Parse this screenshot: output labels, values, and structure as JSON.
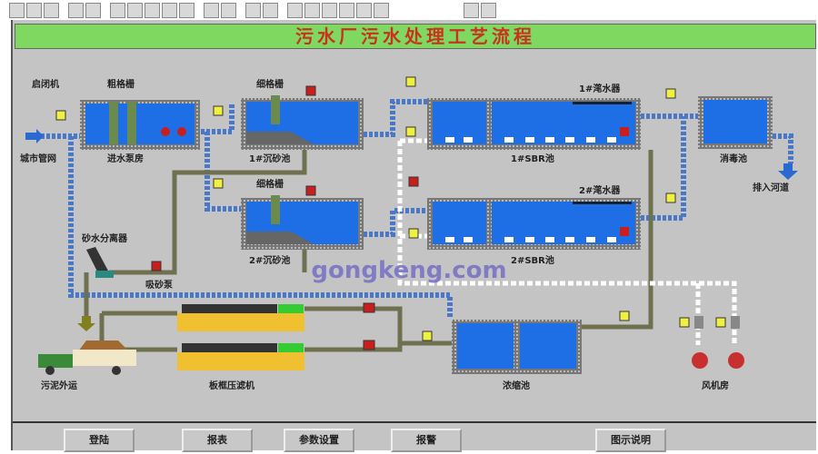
{
  "toolbar": {
    "icons": [
      "open-icon",
      "save-icon",
      "disk-icon",
      "print-icon",
      "preview-icon",
      "cut-icon",
      "copy-icon",
      "paste-icon",
      "undo-icon",
      "redo-icon",
      "tools-icon",
      "window-icon",
      "align-icon",
      "align2-icon",
      "align3-icon",
      "align4-icon",
      "align5-icon",
      "align6-icon",
      "config-icon",
      "check-icon",
      "export-icon",
      "help-icon"
    ]
  },
  "title": "污水厂污水处理工艺流程",
  "labels": {
    "gate": "启闭机",
    "coarse_screen": "粗格栅",
    "city_pipe": "城市管网",
    "pump_house": "进水泵房",
    "fine_screen1": "细格栅",
    "grit1": "1#沉砂池",
    "fine_screen2": "细格栅",
    "grit2": "2#沉砂池",
    "separator": "砂水分离器",
    "sand_pump": "吸砂泵",
    "decanter1": "1#滗水器",
    "sbr1": "1#SBR池",
    "decanter2": "2#滗水器",
    "sbr2": "2#SBR池",
    "disinfect": "消毒池",
    "river": "排入河道",
    "sludge_out": "污泥外运",
    "filter_press": "板框压滤机",
    "thickener": "浓缩池",
    "blower": "风机房"
  },
  "watermark": "gongkeng.com",
  "buttons": {
    "login": "登陆",
    "report": "报表",
    "params": "参数设置",
    "alarm": "报警",
    "legend": "图示说明"
  },
  "colors": {
    "water": "#1e6ee6",
    "pipe_blue": "#4a78c8",
    "pipe_olive": "#6e7050",
    "valve_yellow": "#f0f040",
    "valve_red": "#c81e1e",
    "title_bg": "#7fd860"
  }
}
